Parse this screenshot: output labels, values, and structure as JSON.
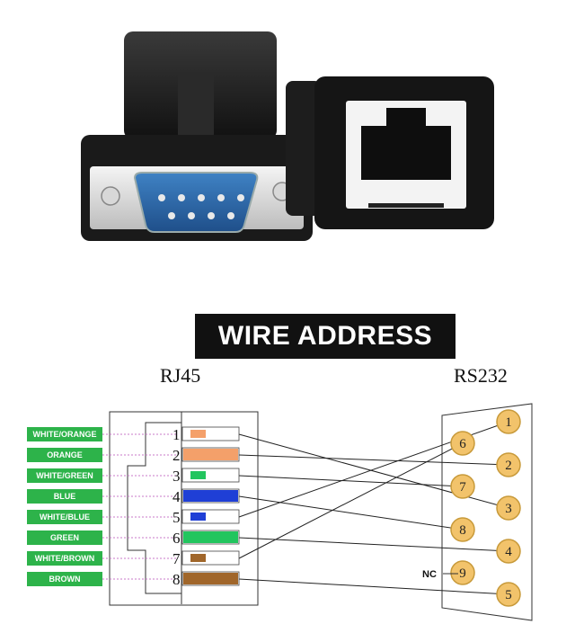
{
  "title": "WIRE ADDRESS",
  "left_connector": "RJ45",
  "right_connector": "RS232",
  "nc_label": "NC",
  "colors": {
    "tag_green": "#2db34a",
    "pin_fill": "#f2c36b",
    "pin_stroke": "#c89a3a",
    "orange": "#f4a06a",
    "green": "#22c55e",
    "blue": "#1f3fd6",
    "brown": "#a0662a"
  },
  "rj45_pins": [
    {
      "pin": "1",
      "wire": "WHITE/ORANGE",
      "color": "#f4a06a",
      "striped": true
    },
    {
      "pin": "2",
      "wire": "ORANGE",
      "color": "#f4a06a",
      "striped": false
    },
    {
      "pin": "3",
      "wire": "WHITE/GREEN",
      "color": "#22c55e",
      "striped": true
    },
    {
      "pin": "4",
      "wire": "BLUE",
      "color": "#1f3fd6",
      "striped": false
    },
    {
      "pin": "5",
      "wire": "WHITE/BLUE",
      "color": "#1f3fd6",
      "striped": true
    },
    {
      "pin": "6",
      "wire": "GREEN",
      "color": "#22c55e",
      "striped": false
    },
    {
      "pin": "7",
      "wire": "WHITE/BROWN",
      "color": "#a0662a",
      "striped": true
    },
    {
      "pin": "8",
      "wire": "BROWN",
      "color": "#a0662a",
      "striped": false
    }
  ],
  "rs232_pins": [
    "1",
    "6",
    "2",
    "7",
    "3",
    "8",
    "4",
    "9",
    "5"
  ],
  "wiring": [
    {
      "rj45": "1",
      "rs232": "3"
    },
    {
      "rj45": "2",
      "rs232": "2"
    },
    {
      "rj45": "3",
      "rs232": "7"
    },
    {
      "rj45": "4",
      "rs232": "8"
    },
    {
      "rj45": "5",
      "rs232": "1"
    },
    {
      "rj45": "6",
      "rs232": "4"
    },
    {
      "rj45": "7",
      "rs232": "6"
    },
    {
      "rj45": "8",
      "rs232": "5"
    }
  ]
}
